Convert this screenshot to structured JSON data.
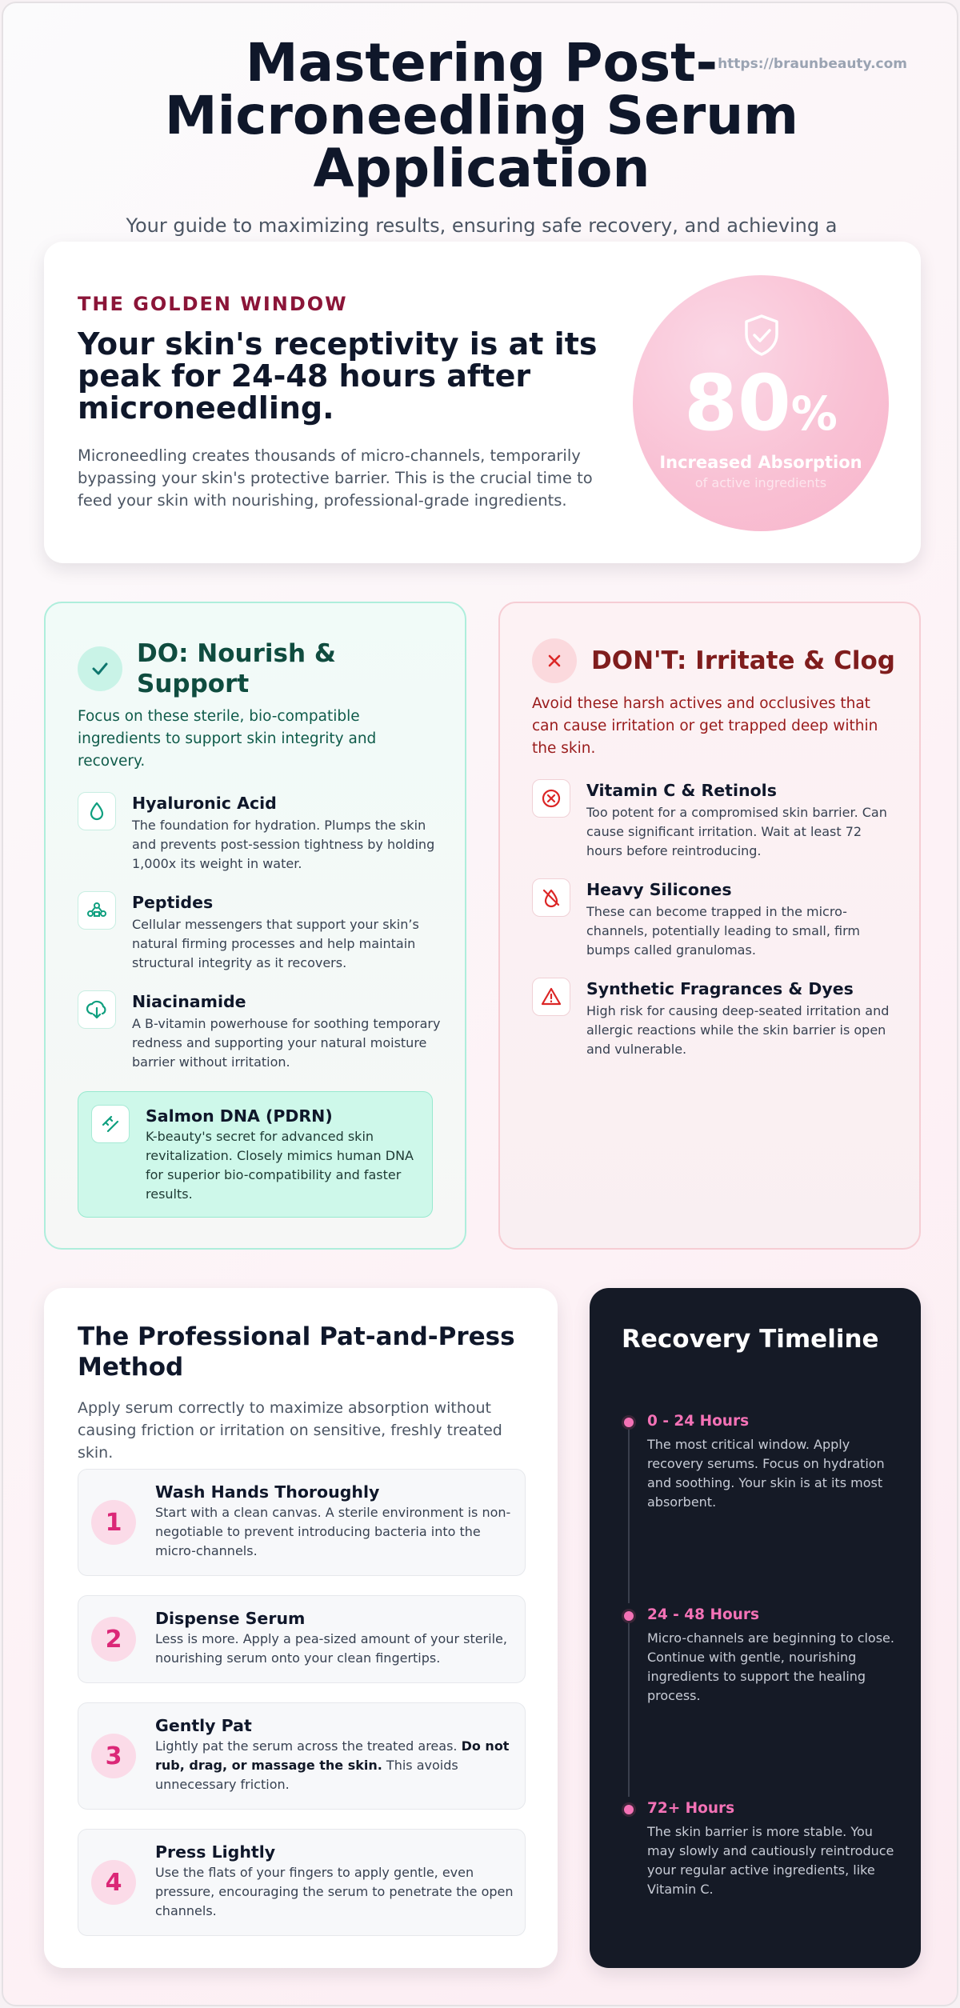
{
  "url": "https://braunbeauty.com",
  "header": {
    "title": "Mastering Post-Microneedling Serum Application",
    "subtitle": "Your guide to maximizing results, ensuring safe recovery, and achieving a radiant, glass-skin finish."
  },
  "golden": {
    "kicker": "THE GOLDEN WINDOW",
    "heading": "Your skin's receptivity is at its peak for 24-48 hours after microneedling.",
    "body": "Microneedling creates thousands of micro-channels, temporarily bypassing your skin's protective barrier. This is the crucial time to feed your skin with nourishing, professional-grade ingredients.",
    "stat_value": "80",
    "stat_unit": "%",
    "stat_label": "Increased Absorption",
    "stat_sub": "of active ingredients",
    "icon": "shield-check-icon"
  },
  "do": {
    "title": "DO: Nourish & Support",
    "intro": "Focus on these sterile, bio-compatible ingredients to support skin integrity and recovery.",
    "items": [
      {
        "name": "Hyaluronic Acid",
        "desc": "The foundation for hydration. Plumps the skin and prevents post-session tightness by holding 1,000x its weight in water.",
        "icon": "droplet-icon"
      },
      {
        "name": "Peptides",
        "desc": "Cellular messengers that support your skin’s natural firming processes and help maintain structural integrity as it recovers.",
        "icon": "molecule-icon"
      },
      {
        "name": "Niacinamide",
        "desc": "A B-vitamin powerhouse for soothing temporary redness and supporting your natural moisture barrier without irritation.",
        "icon": "cloud-download-icon"
      }
    ],
    "highlight": {
      "name": "Salmon DNA (PDRN)",
      "desc": "K-beauty's secret for advanced skin revitalization. Closely mimics human DNA for superior bio-compatibility and faster results.",
      "icon": "dna-icon"
    }
  },
  "dont": {
    "title": "DON'T: Irritate & Clog",
    "intro": "Avoid these harsh actives and occlusives that can cause irritation or get trapped deep within the skin.",
    "items": [
      {
        "name": "Vitamin C & Retinols",
        "desc": "Too potent for a compromised skin barrier. Can cause significant irritation. Wait at least 72 hours before reintroducing.",
        "icon": "ban-circle-icon"
      },
      {
        "name": "Heavy Silicones",
        "desc": "These can become trapped in the micro-channels, potentially leading to small, firm bumps called granulomas.",
        "icon": "droplet-off-icon"
      },
      {
        "name": "Synthetic Fragrances & Dyes",
        "desc": "High risk for causing deep-seated irritation and allergic reactions while the skin barrier is open and vulnerable.",
        "icon": "warning-triangle-icon"
      }
    ]
  },
  "method": {
    "title": "The Professional Pat-and-Press Method",
    "intro": "Apply serum correctly to maximize absorption without causing friction or irritation on sensitive, freshly treated skin.",
    "steps": [
      {
        "num": "1",
        "name": "Wash Hands Thoroughly",
        "desc": "Start with a clean canvas. A sterile environment is non-negotiable to prevent introducing bacteria into the micro-channels."
      },
      {
        "num": "2",
        "name": "Dispense Serum",
        "desc": "Less is more. Apply a pea-sized amount of your sterile, nourishing serum onto your clean fingertips."
      },
      {
        "num": "3",
        "name": "Gently Pat",
        "desc_pre": "Lightly pat the serum across the treated areas. ",
        "desc_bold": "Do not rub, drag, or massage the skin.",
        "desc_post": " This avoids unnecessary friction."
      },
      {
        "num": "4",
        "name": "Press Lightly",
        "desc": "Use the flats of your fingers to apply gentle, even pressure, encouraging the serum to penetrate the open channels."
      }
    ]
  },
  "timeline": {
    "title": "Recovery Timeline",
    "phases": [
      {
        "phase": "0 - 24 Hours",
        "desc": "The most critical window. Apply recovery serums. Focus on hydration and soothing. Your skin is at its most absorbent."
      },
      {
        "phase": "24 - 48 Hours",
        "desc": "Micro-channels are beginning to close. Continue with gentle, nourishing ingredients to support the healing process."
      },
      {
        "phase": "72+ Hours",
        "desc": "The skin barrier is more stable. You may slowly and cautiously reintroduce your regular active ingredients, like Vitamin C."
      }
    ]
  },
  "colors": {
    "accent_pink": "#db2777",
    "do_green": "#0f4c3f",
    "dont_red": "#7f1d1d",
    "timeline_bg": "#151a26"
  }
}
